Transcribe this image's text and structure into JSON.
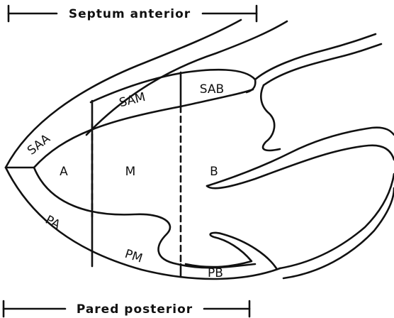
{
  "captions": {
    "top": "Septum anterior",
    "bottom": "Pared posterior"
  },
  "segments": {
    "saa": "SAA",
    "sam": "SAM",
    "sab": "SAB",
    "a": "A",
    "m": "M",
    "b": "B",
    "pa": "PA",
    "pm": "PM",
    "pb": "PB"
  },
  "colors": {
    "stroke": "#111111",
    "background": "#ffffff"
  }
}
